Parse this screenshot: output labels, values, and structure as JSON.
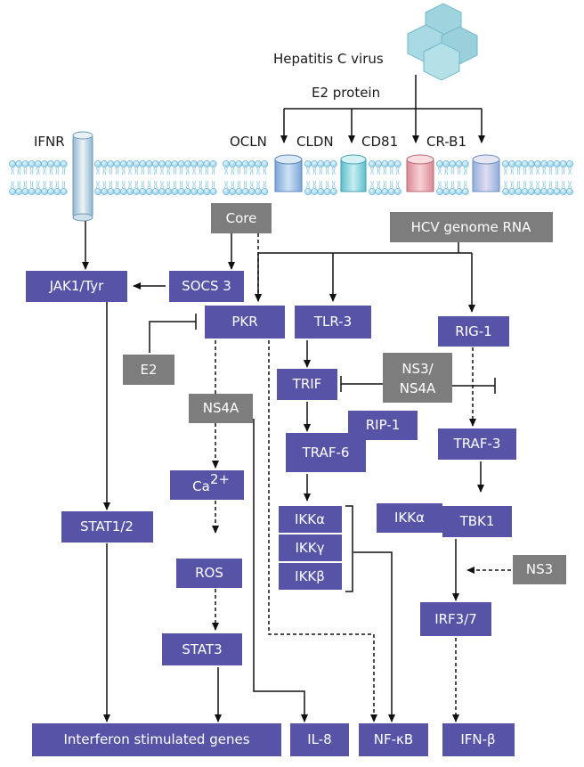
{
  "colors": {
    "blue_box": "#5754a8",
    "gray_box": "#7d7d7d",
    "node_text": "#ffffff",
    "arrow": "#111111",
    "membrane_head": "#8fd0ea",
    "membrane_stroke": "#5aa9cc"
  },
  "virus": {
    "label": "Hepatitis C virus",
    "protein": "E2 protein",
    "icon": "virus-hexagon-cluster"
  },
  "receptors": {
    "ifnr": "IFNR",
    "ocln": "OCLN",
    "cldn": "CLDN",
    "cd81": "CD81",
    "crb1": "CR-B1"
  },
  "nodes": {
    "core": "Core",
    "hcv_rna": "HCV genome RNA",
    "jak1": "JAK1/Tyr",
    "socs3": "SOCS 3",
    "pkr": "PKR",
    "tlr3": "TLR-3",
    "rig1": "RIG-1",
    "e2": "E2",
    "ns3ns4a_l1": "NS3/",
    "ns3ns4a_l2": "NS4A",
    "trif": "TRIF",
    "ns4a": "NS4A",
    "rip1": "RIP-1",
    "traf6": "TRAF-6",
    "traf3": "TRAF-3",
    "ca_base": "Ca",
    "ca_sup": "2+",
    "stat12": "STAT1/2",
    "ikka": "IKKα",
    "ikkg": "IKKγ",
    "ikkb": "IKKβ",
    "ikka2": "IKKα",
    "tbk1": "TBK1",
    "ros": "ROS",
    "ns3": "NS3",
    "irf37": "IRF3/7",
    "stat3": "STAT3",
    "isg": "Interferon stimulated genes",
    "il8": "IL-8",
    "nfkb": "NF-κB",
    "ifnb": "IFN-β"
  }
}
